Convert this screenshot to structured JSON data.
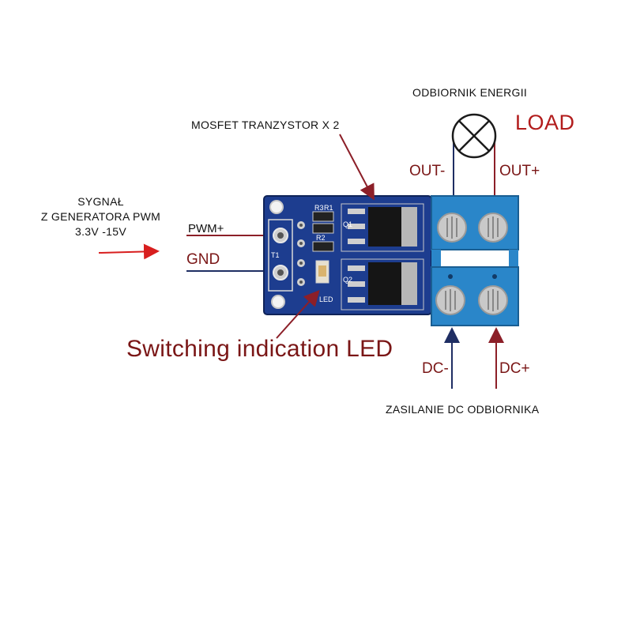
{
  "labels": {
    "input_signal": [
      "SYGNAŁ",
      "Z GENERATORA PWM",
      "3.3V -15V"
    ],
    "pwm_plus": "PWM+",
    "gnd": "GND",
    "mosfet": "MOSFET TRANZYSTOR X 2",
    "led": "Switching indication LED",
    "receiver": "ODBIORNIK ENERGII",
    "load": "LOAD",
    "out_minus": "OUT-",
    "out_plus": "OUT+",
    "dc_minus": "DC-",
    "dc_plus": "DC+",
    "dc_supply": "ZASILANIE DC ODBIORNIKA"
  },
  "pcb": {
    "silkscreen": [
      "R3",
      "R1",
      "R2",
      "Q1",
      "Q2",
      "T1",
      "LED"
    ]
  },
  "colors": {
    "pcb": "#1d3d8f",
    "terminal": "#2a86c9",
    "red_arrow": "#d81e1e",
    "red_line": "#8c1f28",
    "blue_line": "#1f2e63",
    "accent_text": "#7a1616"
  }
}
